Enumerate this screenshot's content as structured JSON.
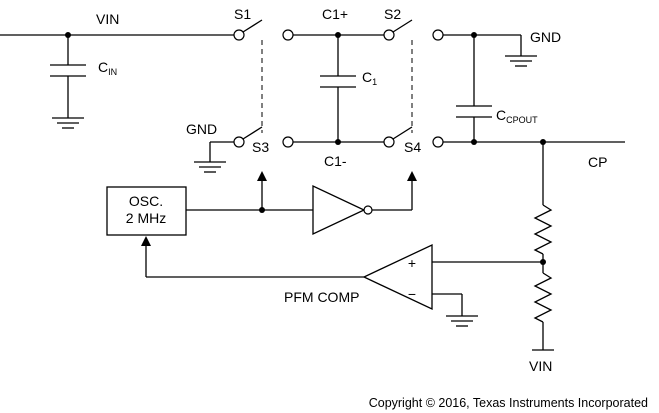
{
  "labels": {
    "vin_top": "VIN",
    "vin_bottom": "VIN",
    "s1": "S1",
    "s2": "S2",
    "s3": "S3",
    "s4": "S4",
    "c1_plus": "C1+",
    "c1_minus": "C1-",
    "c1_main": "C",
    "c1_sub": "1",
    "cin_main": "C",
    "cin_sub": "IN",
    "ccpout_main": "C",
    "ccpout_sub": "CPOUT",
    "gnd_left": "GND",
    "gnd_right": "GND",
    "cp": "CP",
    "osc_line1": "OSC.",
    "osc_line2": "2 MHz",
    "pfm_comp": "PFM COMP",
    "comp_plus": "+",
    "comp_minus": "−"
  },
  "footer": {
    "copyright": "Copyright © 2016, Texas Instruments Incorporated"
  }
}
